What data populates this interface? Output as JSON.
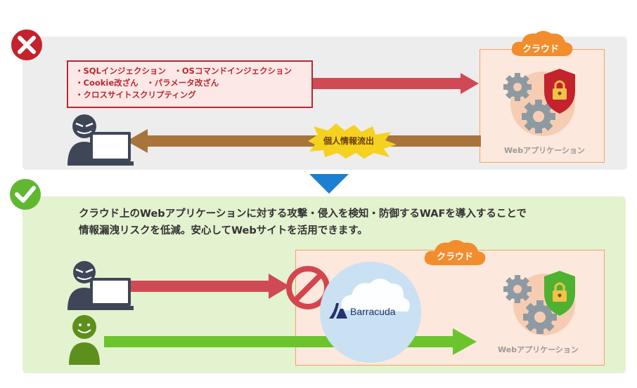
{
  "before": {
    "status_icon": "x-mark-icon",
    "threats": [
      "・SQLインジェクション　・OSコマンドインジェクション",
      "・Cookie改ざん　・パラメータ改ざん",
      "・クロスサイトスクリプティング"
    ],
    "cloud_label": "クラウド",
    "app_label": "Webアプリケーション",
    "leak_label": "個人情報流出"
  },
  "after": {
    "status_icon": "check-mark-icon",
    "description_lines": [
      "クラウド上のWebアプリケーションに対する攻撃・侵入を検知・防御するWAFを導入することで",
      "情報漏洩リスクを低減。安心してWebサイトを活用できます。"
    ],
    "cloud_label": "クラウド",
    "app_label": "Webアプリケーション",
    "brand_label": "Barracuda"
  },
  "colors": {
    "attack": "#cf4a55",
    "leak": "#a8743c",
    "legit": "#6cc42d",
    "down_arrow": "#1c7fcf",
    "shield_bad": "#c4222c",
    "shield_good": "#4fb131",
    "block": "#d4454e"
  }
}
